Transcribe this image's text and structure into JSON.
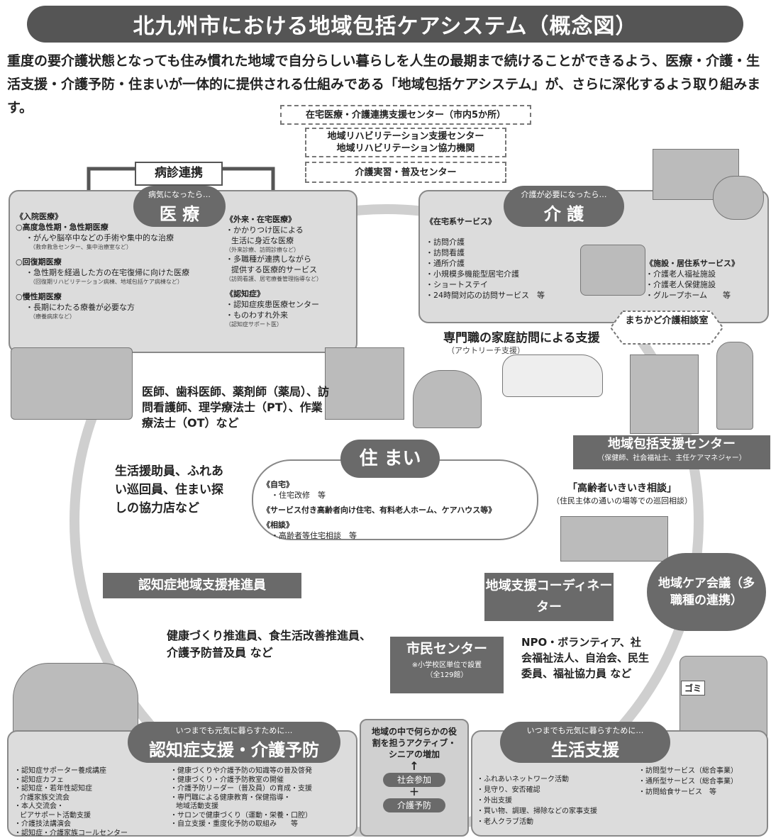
{
  "title": "北九州市における地域包括ケアシステム（概念図）",
  "intro": "重度の要介護状態となっても住み慣れた地域で自分らしい暮らしを人生の最期まで続けることができるよう、医療・介護・生活支援・介護予防・住まいが一体的に提供される仕組みである「地域包括ケアシステム」が、さらに深化するよう取り組みます。",
  "top_boxes": {
    "zaitaku": "在宅医療・介護連携支援センター（市内5か所）",
    "rehab1": "地域リハビリテーション支援センター",
    "rehab2": "地域リハビリテーション協力機関",
    "kaigo_jisshu": "介護実習・普及センター"
  },
  "byoshin": "病診連携",
  "iryo": {
    "sub": "病気になったら…",
    "head": "医 療",
    "nyuin": "《入院医療》",
    "kodo": "○高度急性期・急性期医療",
    "kodo_d": "・がんや脳卒中などの手術や集中的な治療",
    "kodo_n": "（救命救急センター、集中治療室など）",
    "kaifuku": "○回復期医療",
    "kaifuku_d": "・急性期を経過した方の在宅復帰に向けた医療",
    "kaifuku_n": "（回復期リハビリテーション病棟、地域包括ケア病棟など）",
    "mansei": "○慢性期医療",
    "mansei_d": "・長期にわたる療養が必要な方",
    "mansei_n": "（療養病床など）",
    "gairai": "《外来・在宅医療》",
    "gairai_1": "・かかりつけ医による",
    "gairai_2": "生活に身近な医療",
    "gairai_n1": "（外来診療、訪問診療など）",
    "gairai_3": "・多職種が連携しながら",
    "gairai_4": "提供する医療的サービス",
    "gairai_n2": "（訪問看護、居宅療養管理指導など）",
    "ninchi": "《認知症》",
    "ninchi_1": "・認知症疾患医療センター",
    "ninchi_2": "・ものわすれ外来",
    "ninchi_n": "（認知症サポート医）"
  },
  "kaigo": {
    "sub": "介護が必要になったら…",
    "head": "介 護",
    "zaitaku": "《在宅系サービス》",
    "items": [
      "・訪問介護",
      "・訪問看護",
      "・通所介護",
      "・小規模多機能型居宅介護",
      "・ショートステイ",
      "・24時間対応の訪問サービス　等"
    ],
    "shisetsu": "《施設・居住系サービス》",
    "shisetsu_items": [
      "・介護老人福祉施設",
      "・介護老人保健施設",
      "・グループホーム　　等"
    ]
  },
  "machikado": "まちかど介護相談室",
  "outreach": "専門職の家庭訪問による支援",
  "outreach_sub": "（アウトリーチ支援）",
  "professionals": "医師、歯科医師、薬剤師（薬局）、訪問看護師、理学療法士（PT）、作業療法士（OT）など",
  "houkatsu": "地域包括支援センター",
  "houkatsu_sub": "（保健師、社会福祉士、主任ケアマネジャー）",
  "ikiiki": "「高齢者いきいき相談」",
  "ikiiki_sub": "（住民主体の通いの場等での巡回相談）",
  "sumai": {
    "head": "住 まい",
    "jitaku": "《自宅》",
    "jitaku_d": "・住宅改修　等",
    "service": "《サービス付き高齢者向け住宅、有料老人ホーム、ケアハウス等》",
    "sodan": "《相談》",
    "sodan_d": "・高齢者等住宅相談　等"
  },
  "seikatsu_helpers": "生活援助員、ふれあい巡回員、住まい探しの協力店など",
  "ninchisho_suishin": "認知症地域支援推進員",
  "coordinator": "地域支援コーディネーター",
  "care_kaigi": "地域ケア会議（多職種の連携）",
  "kenko": "健康づくり推進員、食生活改善推進員、介護予防普及員 など",
  "npo": "NPO・ボランティア、社会福祉法人、自治会、民生委員、福祉協力員 など",
  "shimin": {
    "head": "市民センター",
    "sub1": "※小学校区単位で設置",
    "sub2": "（全129館）"
  },
  "yobo": {
    "sub": "いつまでも元気に暮らすために…",
    "head": "認知症支援・介護予防",
    "left": [
      "・認知症サポーター養成講座",
      "・認知症カフェ",
      "・認知症・若年性認知症",
      "介護家族交流会",
      "・本人交流会・",
      "ピアサポート活動支援",
      "・介護技法講演会",
      "・認知症・介護家族コールセンター"
    ],
    "right": [
      "・健康づくりや介護予防の知識等の普及啓発",
      "・健康づくり・介護予防教室の開催",
      "・介護予防リーダー（普及員）の育成・支援",
      "・専門職による健康教育・保健指導・",
      "地域活動支援",
      "・サロンで健康づくり（運動・栄養・口腔）",
      "・自立支援・重度化予防の取組み　　等"
    ]
  },
  "active": {
    "text": "地域の中で何らかの役割を担うアクティブ・シニアの増加",
    "arrow": "↑",
    "b1": "社会参加",
    "plus": "＋",
    "b2": "介護予防"
  },
  "seikatsu": {
    "sub": "いつまでも元気に暮らすために…",
    "head": "生活支援",
    "left": [
      "・ふれあいネットワーク活動",
      "・見守り、安否確認",
      "・外出支援",
      "・買い物、調理、掃除などの家事支援",
      "・老人クラブ活動"
    ],
    "right": [
      "・訪問型サービス（総合事業）",
      "・通所型サービス（総合事業）",
      "・訪問給食サービス　等"
    ]
  },
  "gomi": "ゴミ"
}
